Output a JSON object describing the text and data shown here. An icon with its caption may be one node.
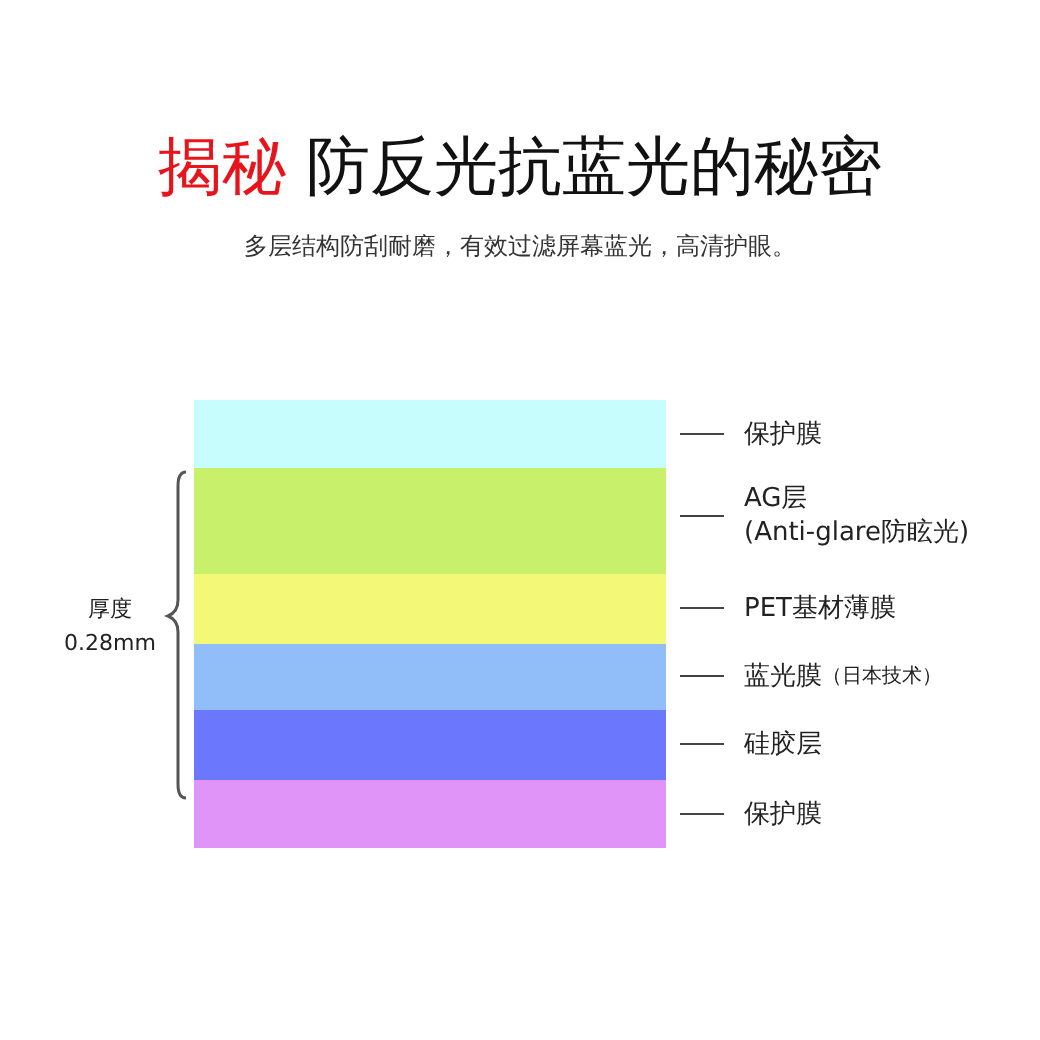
{
  "diagram": {
    "title": "揭秘 防反光抗蓝光的秘密",
    "nodes": [
      {
        "text": [],
        "shape": "bar"
      },
      {
        "text": [],
        "shape": "bar"
      },
      {
        "text": [],
        "shape": "bar"
      },
      {
        "text": [],
        "shape": "bar"
      },
      {
        "text": [],
        "shape": "bar"
      },
      {
        "text": [],
        "shape": "bar"
      },
      {
        "text": [
          "保护膜"
        ]
      },
      {
        "text": [
          "AG层",
          "(Anti-glare防眩光)"
        ]
      },
      {
        "text": [
          "PET基材薄膜"
        ]
      },
      {
        "text": [
          "蓝光膜",
          "（日本技术）"
        ]
      },
      {
        "text": [
          "硅胶层"
        ]
      },
      {
        "text": [
          "保护膜"
        ]
      }
    ],
    "edges": [
      {
        "from": 6,
        "to": 0,
        "arrow": "none"
      },
      {
        "from": 7,
        "to": 1,
        "arrow": "none"
      },
      {
        "from": 8,
        "to": 2,
        "arrow": "none"
      },
      {
        "from": 9,
        "to": 3,
        "arrow": "none"
      },
      {
        "from": 10,
        "to": 4,
        "arrow": "none"
      },
      {
        "from": 11,
        "to": 5,
        "arrow": "none"
      }
    ],
    "labels": [
      "多层结构防刮耐磨，有效过滤屏幕蓝光，高清护眼。",
      "厚度 0.28mm"
    ]
  }
}
